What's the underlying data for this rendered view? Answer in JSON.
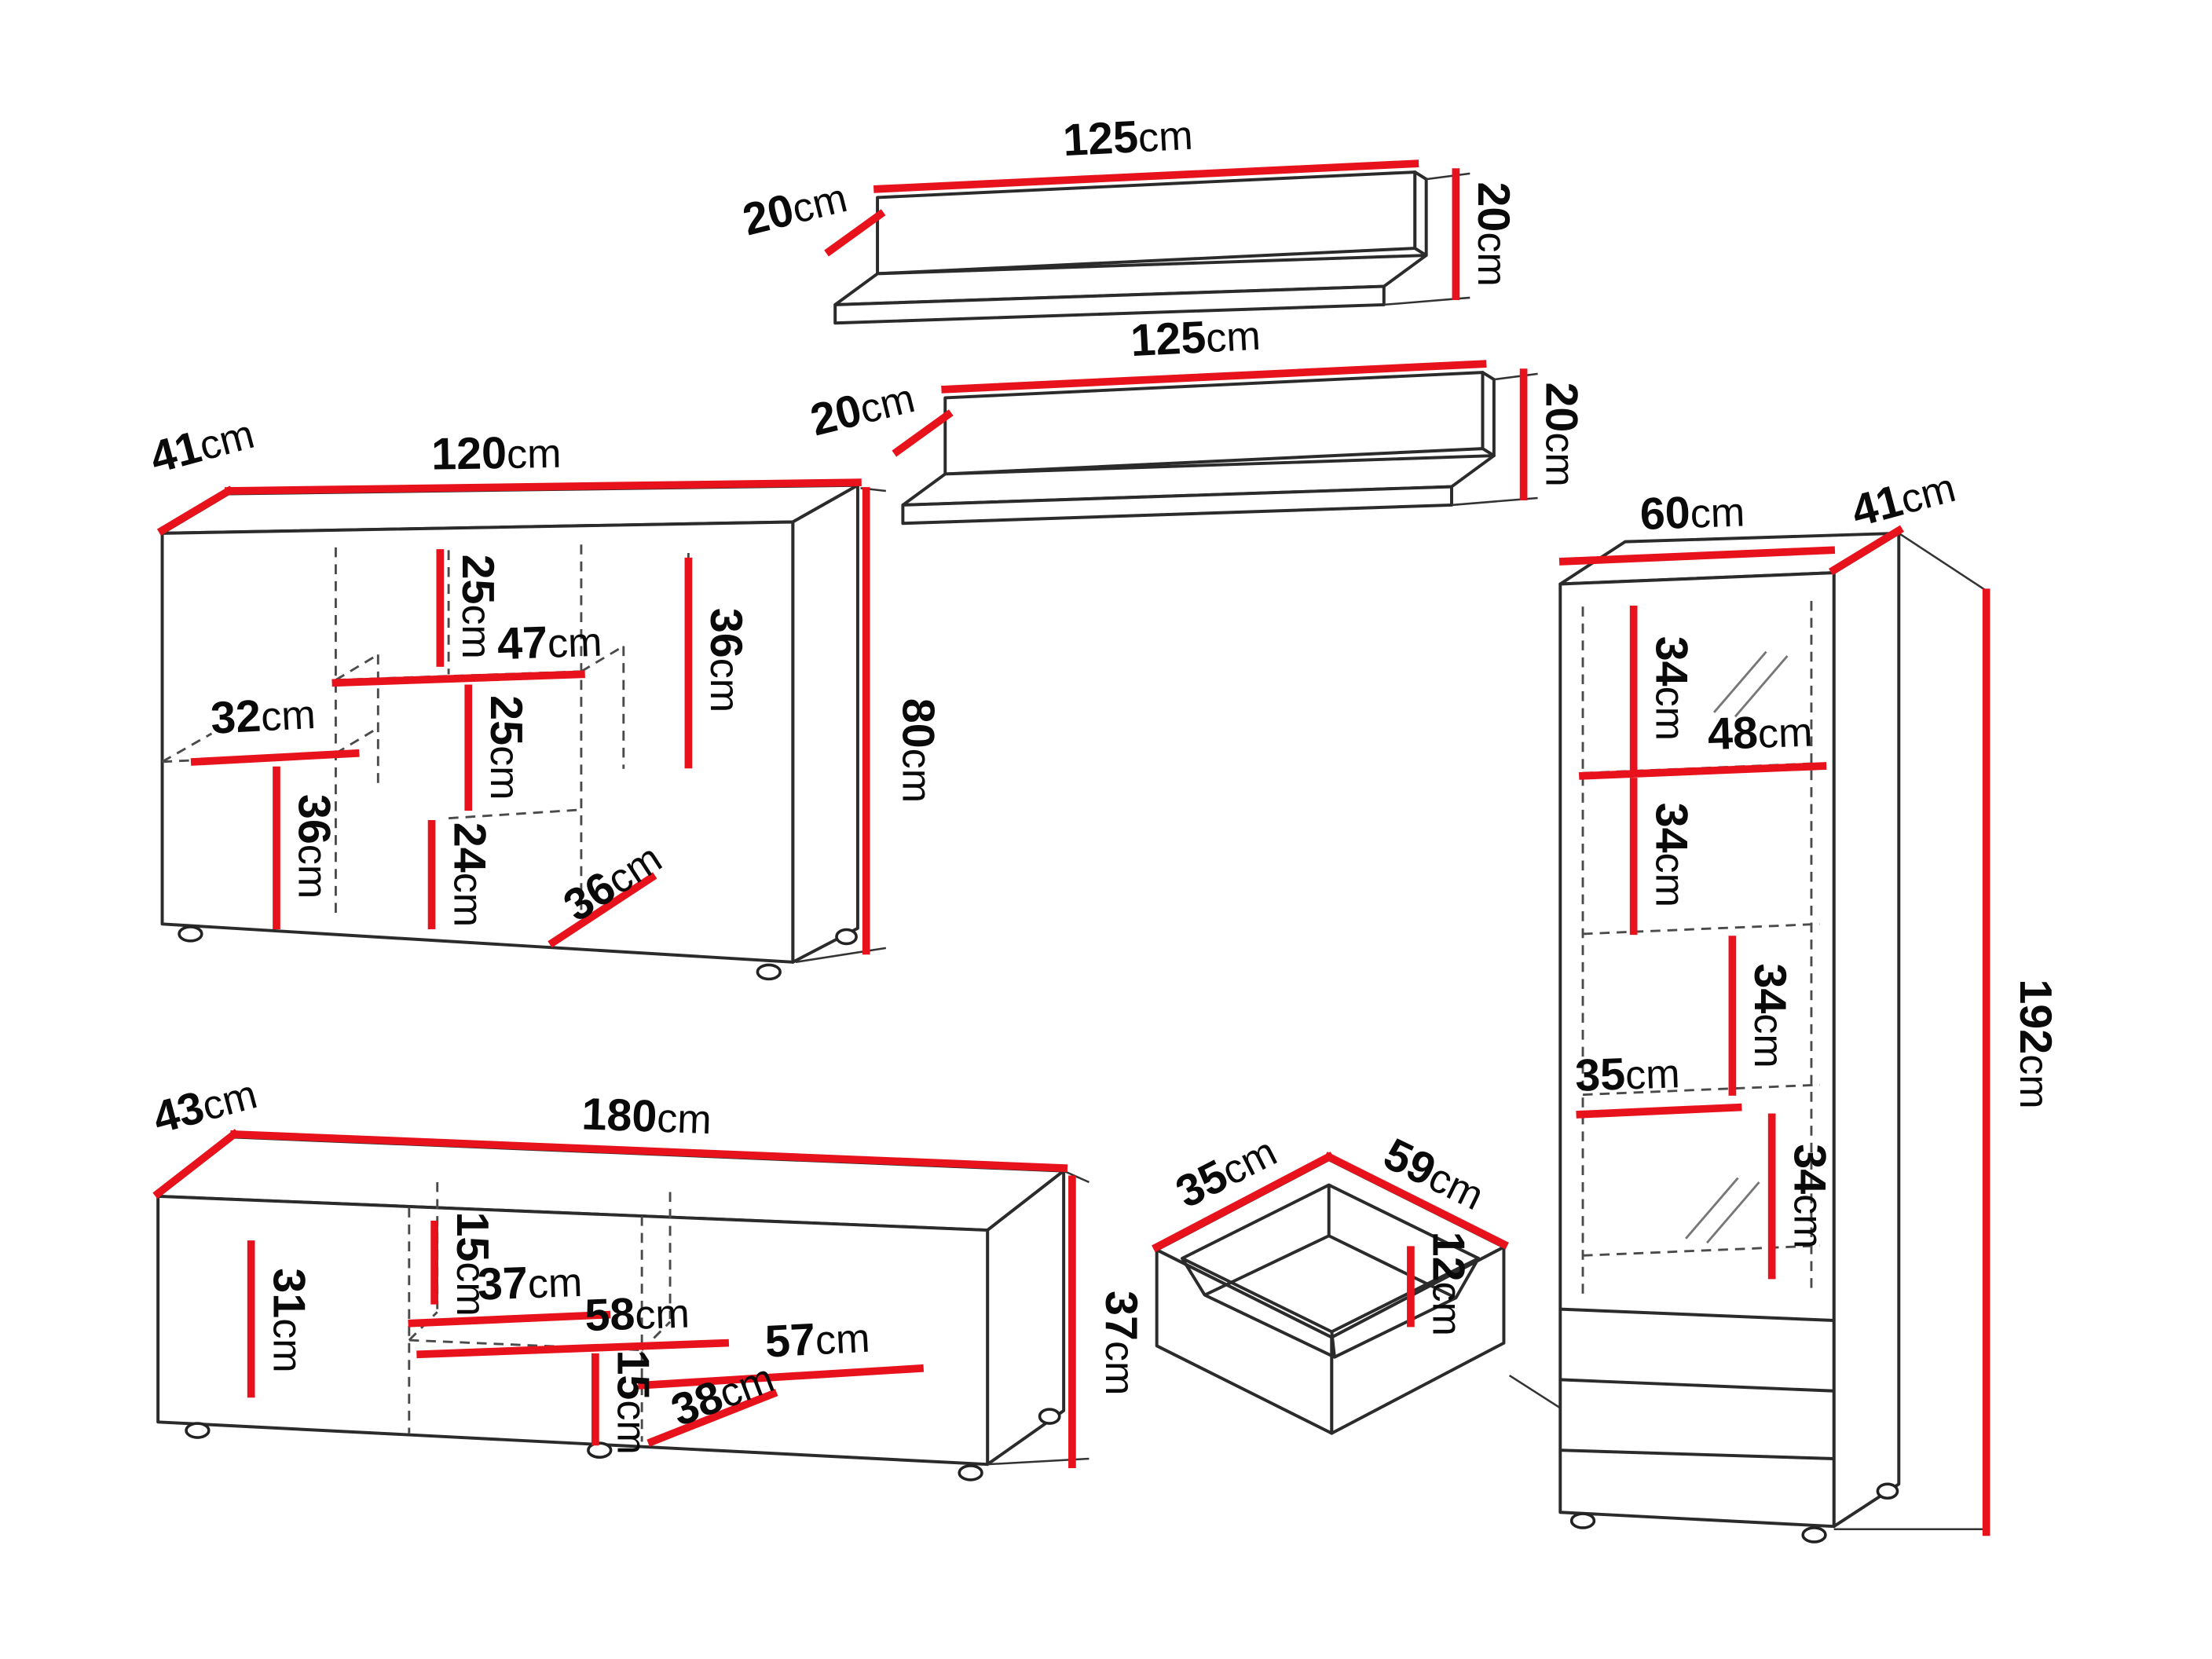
{
  "unit": "cm",
  "pieces": {
    "wall_shelf_top": {
      "width": "125",
      "depth": "20",
      "height": "20"
    },
    "wall_shelf_bottom": {
      "width": "125",
      "depth": "20",
      "height": "20"
    },
    "sideboard": {
      "depth": "41",
      "width": "120",
      "height": "80",
      "interior": [
        "25",
        "47",
        "36",
        "32",
        "25",
        "36",
        "24",
        "36"
      ]
    },
    "tv_stand": {
      "depth": "43",
      "width": "180",
      "height": "37",
      "interior": [
        "31",
        "15",
        "37",
        "58",
        "57",
        "15",
        "38"
      ]
    },
    "drawer": {
      "depth": "35",
      "width": "59",
      "height": "12"
    },
    "tall_cabinet": {
      "width": "60",
      "depth": "41",
      "height": "192",
      "interior": [
        "34",
        "48",
        "34",
        "34",
        "35",
        "34"
      ]
    }
  }
}
